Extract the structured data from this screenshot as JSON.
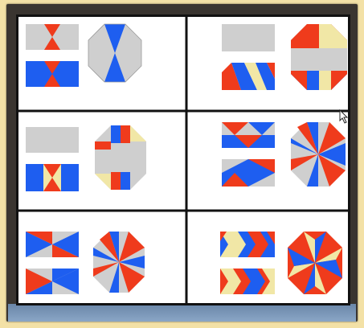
{
  "colors": {
    "red": "#ef3b1c",
    "blue": "#1e5ef0",
    "gray": "#cfcfcf",
    "cream": "#f1e7a6",
    "grid": "#111111",
    "frame": "#3a3530",
    "background": "#f3e1a6"
  },
  "panels": [
    {
      "id": "panel-1",
      "icons": [
        "hourglass-tile-icon",
        "bowtie-tile-icon",
        "octagon-hourglass-icon"
      ]
    },
    {
      "id": "panel-2",
      "icons": [
        "gray-tile-icon",
        "diagonal-stripe-tile-icon",
        "octagon-split-icon"
      ]
    },
    {
      "id": "panel-3",
      "icons": [
        "gray-tile-icon",
        "star-square-tile-icon",
        "octagon-cross-icon"
      ]
    },
    {
      "id": "panel-4",
      "icons": [
        "triangle-tile-icon",
        "triangle-tile-icon",
        "octagon-star-icon"
      ]
    },
    {
      "id": "panel-5",
      "icons": [
        "bowtie-tile-icon",
        "bowtie-tile-icon",
        "octagon-pinwheel-icon"
      ]
    },
    {
      "id": "panel-6",
      "icons": [
        "chevron-tile-icon",
        "chevron-tile-icon",
        "octagon-flower-icon"
      ]
    }
  ],
  "cursor": "mouse-pointer-icon"
}
